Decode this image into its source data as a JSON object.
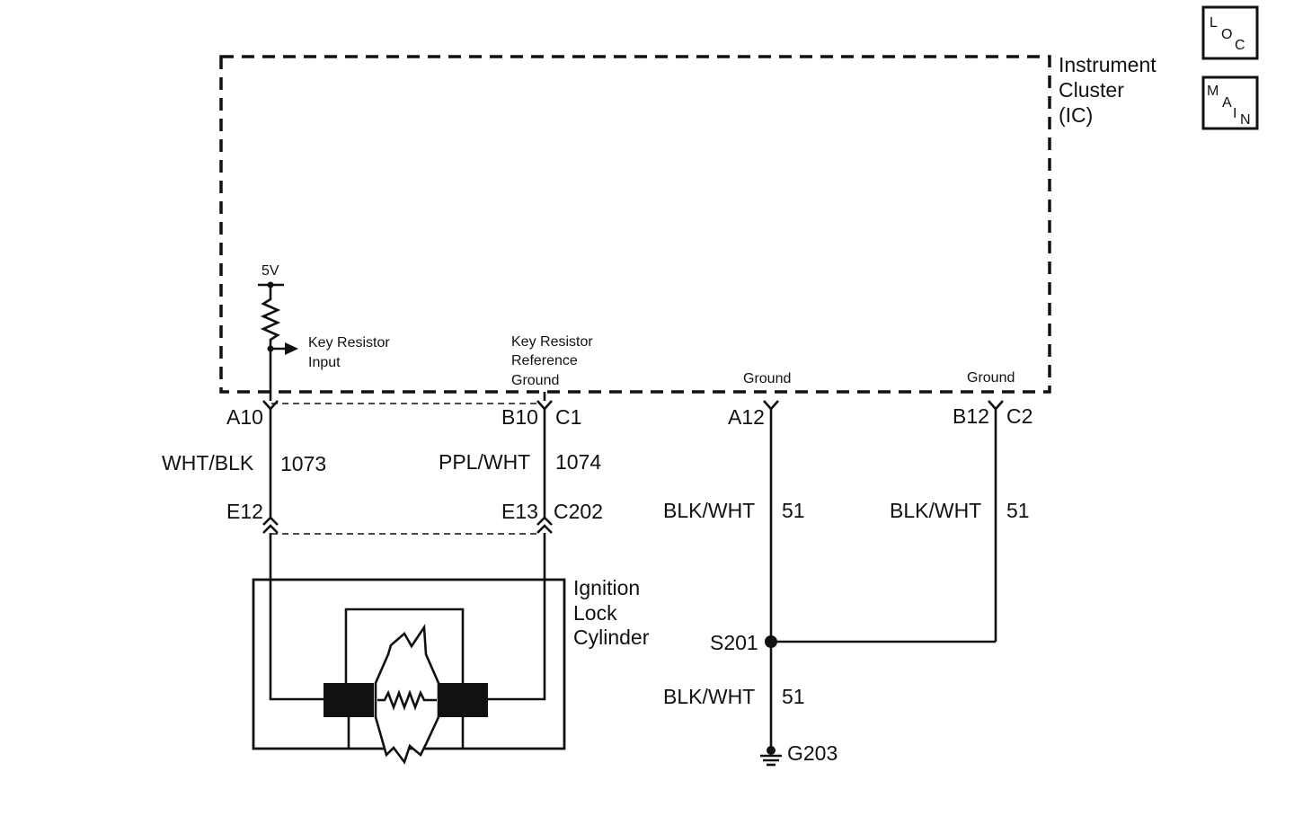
{
  "components": {
    "instrument_cluster": [
      "Instrument",
      "Cluster",
      "(IC)"
    ],
    "ignition_lock": [
      "Ignition",
      "Lock",
      "Cylinder"
    ]
  },
  "nav_badges": {
    "loc": {
      "l1": "L",
      "l2": "O",
      "l3": "C"
    },
    "main": {
      "l1": "M",
      "l2": "A",
      "l3": "I",
      "l4": "N"
    }
  },
  "internal": {
    "voltage": "5V",
    "key_resistor_input": [
      "Key Resistor",
      "Input"
    ],
    "key_resistor_ref": [
      "Key Resistor",
      "Reference",
      "Ground"
    ],
    "ground_1": "Ground",
    "ground_2": "Ground"
  },
  "pins": {
    "a10": "A10",
    "b10": "B10",
    "c1": "C1",
    "a12": "A12",
    "b12": "B12",
    "c2": "C2",
    "e12": "E12",
    "e13": "E13",
    "c202": "C202"
  },
  "wires": {
    "w1_color": "WHT/BLK",
    "w1_circuit": "1073",
    "w2_color": "PPL/WHT",
    "w2_circuit": "1074",
    "w3_color": "BLK/WHT",
    "w3_circuit": "51",
    "w4_color": "BLK/WHT",
    "w4_circuit": "51",
    "w5_color": "BLK/WHT",
    "w5_circuit": "51"
  },
  "splice": "S201",
  "ground_point": "G203"
}
